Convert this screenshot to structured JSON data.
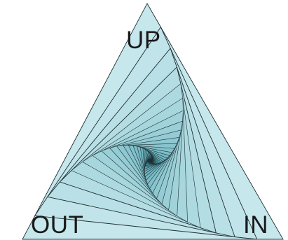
{
  "labels": {
    "top": "UP",
    "bottom_left": "OUT",
    "bottom_right": "IN"
  },
  "spiral": {
    "fill_outer": "#c6e7ec",
    "fill_inner": "#0a7e93",
    "center_fill": "#0b1a5c",
    "stroke": "#1f2f33"
  }
}
